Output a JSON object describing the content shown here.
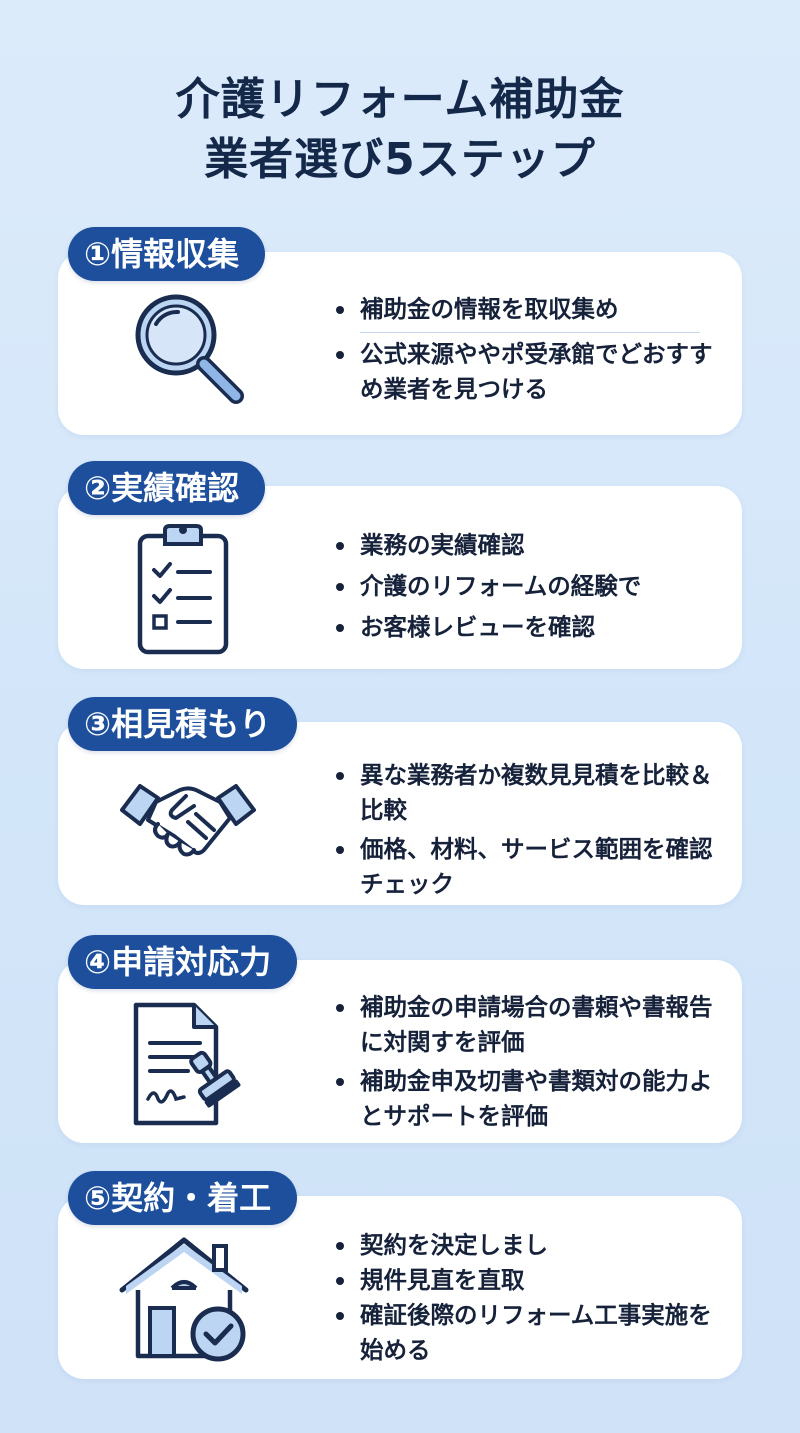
{
  "title": {
    "line1": "介護リフォーム補助金",
    "line2": "業者選び5ステップ"
  },
  "steps": [
    {
      "label": "①情報収集",
      "icon": "magnifier-icon",
      "bullets": [
        "補助金の情報を取収集め",
        "公式来源ややポ受承館でどおすすめ業者を見つける"
      ]
    },
    {
      "label": "②実績確認",
      "icon": "clipboard-checklist-icon",
      "bullets": [
        "業務の実績確認",
        "介護のリフォームの経験で",
        "お客様レビューを確認"
      ]
    },
    {
      "label": "③相見積もり",
      "icon": "handshake-icon",
      "bullets": [
        "異な業務者か複数見見積を比較＆比較",
        "価格、材料、サービス範囲を確認チェック"
      ]
    },
    {
      "label": "④申請対応力",
      "icon": "document-stamp-icon",
      "bullets": [
        "補助金の申請場合の書頼や書報告に対関すを評価",
        "補助金申及切書や書類対の能力よとサポートを評価"
      ]
    },
    {
      "label": "⑤契約・着工",
      "icon": "house-check-icon",
      "bullets": [
        "契約を決定しまし",
        "規件見直を直取",
        "確証後際のリフォーム工事実施を始める"
      ]
    }
  ],
  "colors": {
    "accent": "#1d4f9c",
    "icon_fill": "#bcd5f2",
    "icon_stroke": "#1a2d50",
    "text": "#16213a",
    "background": "#d6e8fa"
  }
}
